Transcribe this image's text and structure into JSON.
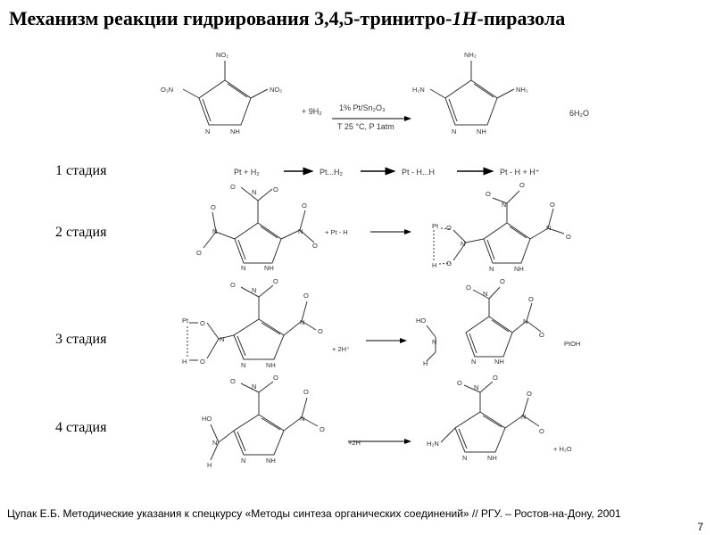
{
  "title": {
    "text_main": "Механизм реакции гидрирования 3,4,5-тринитро-",
    "text_italic": "1H",
    "text_end": "-пиразола"
  },
  "stages": [
    "1 стадия",
    "2 стадия",
    "3 стадия",
    "4 стадия"
  ],
  "overall": {
    "reagent_left": "+ 9H₂",
    "catalyst": "1% Pt/Sn₂O₃",
    "conditions": "T  25 °C, P  1atm",
    "product_right": "6H₂O"
  },
  "stage1": {
    "s1": "Pt + H₂",
    "s2": "Pt...H₂",
    "s3": "Pt - H...H",
    "s4": "Pt - H + H⁺"
  },
  "stage2": {
    "reagent": "+ Pt - H"
  },
  "stage3": {
    "reagent": "+ 2H⁺",
    "product": "PtOH"
  },
  "stage4": {
    "reagent": "+2H",
    "product": "+ H₂O"
  },
  "footer": "Цупак Е.Б. Методические указания к спецкурсу «Методы синтеза органических соединений» // РГУ. – Ростов-на-Дону, 2001",
  "page_number": "7"
}
